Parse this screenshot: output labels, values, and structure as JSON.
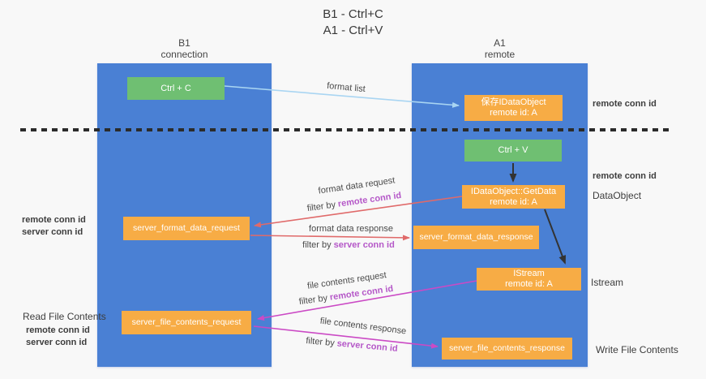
{
  "colors": {
    "column_blue": "#4a80d4",
    "box_green": "#6fbf72",
    "box_orange": "#f7ac45",
    "arrow_lightblue": "#a9d5f2",
    "arrow_red": "#e06a6a",
    "arrow_magenta": "#cb4ac5",
    "arrow_black": "#333333",
    "text_purple": "#b558c8",
    "text_green": "#67b96b"
  },
  "title": {
    "line1": "B1 - Ctrl+C",
    "line2": "A1 - Ctrl+V"
  },
  "lanes": {
    "left": {
      "header1": "B1",
      "header2": "connection"
    },
    "right": {
      "header1": "A1",
      "header2": "remote"
    }
  },
  "boxes": {
    "ctrl_c": {
      "label": "Ctrl + C"
    },
    "ctrl_v": {
      "label": "Ctrl + V"
    },
    "save_idataobject": {
      "line1": "保存IDataObject",
      "line2": "remote id: A"
    },
    "getdata": {
      "line1": "IDataObject::GetData",
      "line2": "remote id: A"
    },
    "istream": {
      "line1": "IStream",
      "line2": "remote id: A"
    },
    "format_request": {
      "label": "server_format_data_request"
    },
    "format_response": {
      "label": "server_format_data_response"
    },
    "file_request": {
      "label": "server_file_contents_request"
    },
    "file_response": {
      "label": "server_file_contents_response"
    }
  },
  "flow_labels": {
    "format_list": "format list",
    "format_data_request": "format data request",
    "format_data_response": "format data response",
    "file_contents_request": "file contents request",
    "file_contents_response": "file contents response",
    "filter_by": "filter by",
    "remote_conn_id": "remote conn id",
    "server_conn_id": "server conn id"
  },
  "side_labels": {
    "right_top_remote_conn_id": "remote conn id",
    "right_mid_remote_conn_id": "remote conn id",
    "dataobject": "DataObject",
    "istream": "Istream",
    "write_file_contents": "Write File Contents",
    "left_remote_conn_id": "remote conn id",
    "left_server_conn_id": "server conn id",
    "read_file_contents": "Read File Contents",
    "read_remote_conn_id": "remote conn id",
    "read_server_conn_id": "server conn id"
  }
}
